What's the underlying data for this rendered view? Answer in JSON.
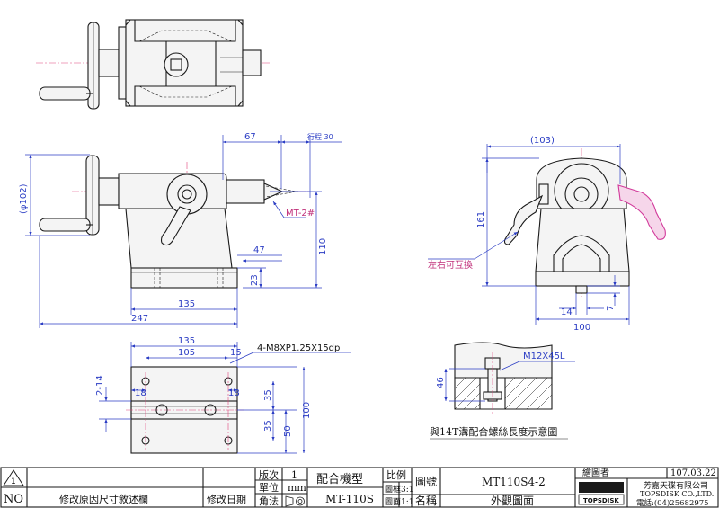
{
  "dimensions": {
    "top_width": "67",
    "stroke": "行程 30",
    "overall_dia": "(φ102)",
    "ram_height": "110",
    "offset": "47",
    "base_thk": "23",
    "base_length": "135",
    "overall_length": "247",
    "end_width": "(103)",
    "end_height": "161",
    "key_width": "14",
    "key_height": "7",
    "end_base_width": "100",
    "plan_length": "135",
    "hole_pitch": "105",
    "edge_15": "15",
    "edge_18_left": "18",
    "edge_18_right": "18",
    "slot_2_14": "2-14",
    "plan_35_top": "35",
    "plan_35_bottom": "35",
    "plan_50": "50",
    "plan_width": "100",
    "section_46": "46"
  },
  "callouts": {
    "taper": "MT-2#",
    "screw_holes": "4-M8XP1.25X15dp",
    "reversible": "左右可互換",
    "bolt": "M12X45L"
  },
  "section_caption": "與14T溝配合螺絲長度示意圖",
  "title_block": {
    "rev_symbol": "1",
    "no_label": "NO",
    "revise_reason": "修改原因尺寸敘述欄",
    "revise_date": "修改日期",
    "version_label": "版次",
    "version_value": "1",
    "unit_label": "單位",
    "unit_value": "mm",
    "projection_label": "角法",
    "model_label": "配合機型",
    "model_value": "MT-110S",
    "ratio_label": "比例",
    "ratio_frame_label": "圖框",
    "ratio_frame_value": "3:1",
    "ratio_face_label": "圖面",
    "ratio_face_value": "1:1",
    "drawing_no_label": "圖號",
    "drawing_no_value": "MT110S4-2",
    "name_label": "名稱",
    "name_value": "外觀圖面",
    "drafter_label": "繪圖者",
    "date_value": "107.03.22",
    "logo_text": "TOPSDISK",
    "company_cn": "芳嘉天碟有限公司",
    "company_en": "TOPSDISK CO.,LTD.",
    "phone": "電話:(04)25682975"
  },
  "colors": {
    "dimension": "#2b3dc4",
    "centerline": "#e0457b",
    "outline": "#1a1a1a",
    "callout": "#c0307a"
  }
}
